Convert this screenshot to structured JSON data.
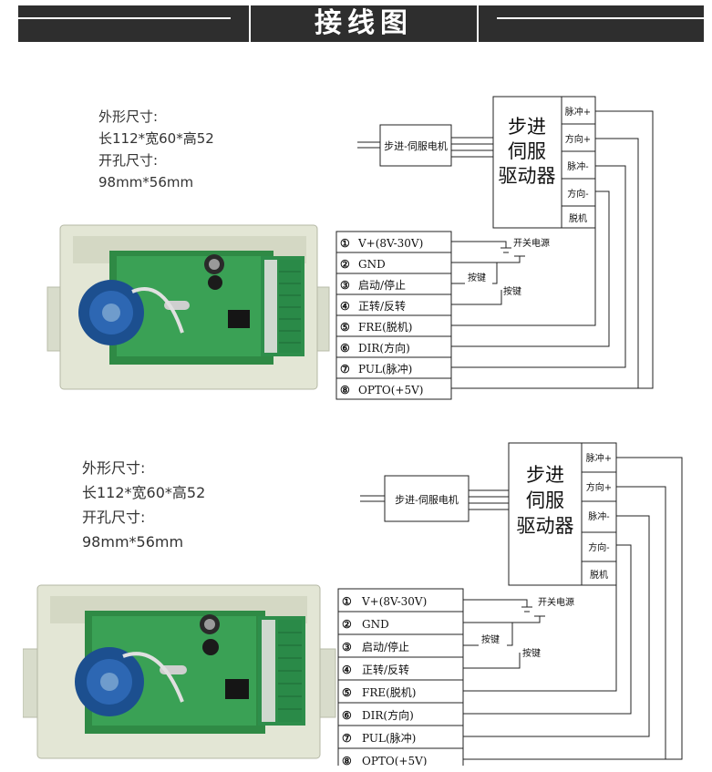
{
  "banner": {
    "title": "接线图"
  },
  "sections": [
    {
      "dims": {
        "label1": "外形尺寸:",
        "value1": "长112*宽60*高52",
        "label2": "开孔尺寸:",
        "value2": "98mm*56mm"
      },
      "motor": "步进-伺服电机",
      "driver": {
        "line1": "步进",
        "line2": "伺服",
        "line3": "驱动器"
      },
      "driver_terms": [
        "脉冲+",
        "方向+",
        "脉冲-",
        "方向-",
        "脱机"
      ],
      "terminals": [
        {
          "n": "①",
          "label": "V+(8V-30V)"
        },
        {
          "n": "②",
          "label": "GND"
        },
        {
          "n": "③",
          "label": "启动/停止"
        },
        {
          "n": "④",
          "label": "正转/反转"
        },
        {
          "n": "⑤",
          "label": "FRE(脱机)"
        },
        {
          "n": "⑥",
          "label": "DIR(方向)"
        },
        {
          "n": "⑦",
          "label": "PUL(脉冲)"
        },
        {
          "n": "⑧",
          "label": "OPTO(+5V)"
        }
      ],
      "switch": "开关电源",
      "key1": "按键",
      "key2": "按键"
    },
    {
      "dims": {
        "label1": "外形尺寸:",
        "value1": "长112*宽60*高52",
        "label2": "开孔尺寸:",
        "value2": "98mm*56mm"
      },
      "motor": "步进-伺服电机",
      "driver": {
        "line1": "步进",
        "line2": "伺服",
        "line3": "驱动器"
      },
      "driver_terms": [
        "脉冲+",
        "方向+",
        "脉冲-",
        "方向-",
        "脱机"
      ],
      "terminals": [
        {
          "n": "①",
          "label": "V+(8V-30V)"
        },
        {
          "n": "②",
          "label": "GND"
        },
        {
          "n": "③",
          "label": "启动/停止"
        },
        {
          "n": "④",
          "label": "正转/反转"
        },
        {
          "n": "⑤",
          "label": "FRE(脱机)"
        },
        {
          "n": "⑥",
          "label": "DIR(方向)"
        },
        {
          "n": "⑦",
          "label": "PUL(脉冲)"
        },
        {
          "n": "⑧",
          "label": "OPTO(+5V)"
        }
      ],
      "switch": "开关电源",
      "key1": "按键",
      "key2": "按键"
    }
  ]
}
